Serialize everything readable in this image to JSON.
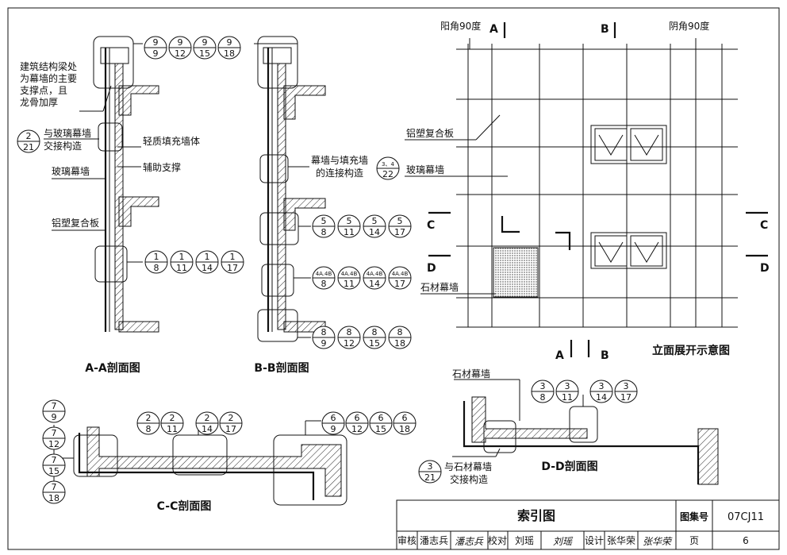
{
  "sections": {
    "aa_title": "A-A剖面图",
    "bb_title": "B-B剖面图",
    "cc_title": "C-C剖面图",
    "dd_title": "D-D剖面图",
    "elevation_title": "立面展开示意图"
  },
  "aa_labels": {
    "beam_note": [
      "建筑结构梁处",
      "为幕墙的主要",
      "支撑点，且",
      "龙骨加厚"
    ],
    "glass_joint": [
      "与玻璃幕墙",
      "交接构造"
    ],
    "light_infill": "轻质填充墙体",
    "aux_support": "辅助支撑",
    "glass_curtain": "玻璃幕墙",
    "alu_panel": "铝塑复合板"
  },
  "bb_labels": {
    "infill_joint": [
      "幕墙与填充墙",
      "的连接构造"
    ]
  },
  "elev_labels": {
    "yang_corner": "阳角90度",
    "yin_corner": "阴角90度",
    "alu_panel": "铝塑复合板",
    "glass_curtain": "玻璃幕墙",
    "stone_curtain": "石材幕墙",
    "cut_a": "A",
    "cut_b": "B",
    "cut_c": "C",
    "cut_d": "D"
  },
  "dd_labels": {
    "stone_curtain": "石材幕墙",
    "stone_joint": [
      "与石材幕墙",
      "交接构造"
    ]
  },
  "index_circles": {
    "aa_top": [
      [
        "9",
        "9"
      ],
      [
        "9",
        "12"
      ],
      [
        "9",
        "15"
      ],
      [
        "9",
        "18"
      ]
    ],
    "aa_joint": [
      [
        "2",
        "21"
      ]
    ],
    "aa_mid": [
      [
        "1",
        "8"
      ],
      [
        "1",
        "11"
      ],
      [
        "1",
        "14"
      ],
      [
        "1",
        "17"
      ]
    ],
    "bb_joint": [
      [
        "3、4",
        "22"
      ]
    ],
    "bb_mid": [
      [
        "5",
        "8"
      ],
      [
        "5",
        "11"
      ],
      [
        "5",
        "14"
      ],
      [
        "5",
        "17"
      ]
    ],
    "bb_low": [
      [
        "4A.4B",
        "8"
      ],
      [
        "4A.4B",
        "11"
      ],
      [
        "4A.4B",
        "14"
      ],
      [
        "4A.4B",
        "17"
      ]
    ],
    "bb_bottom": [
      [
        "8",
        "9"
      ],
      [
        "8",
        "12"
      ],
      [
        "8",
        "15"
      ],
      [
        "8",
        "18"
      ]
    ],
    "cc_left": [
      [
        "7",
        "9"
      ],
      [
        "7",
        "12"
      ],
      [
        "7",
        "15"
      ],
      [
        "7",
        "18"
      ]
    ],
    "cc_mid": [
      [
        "2",
        "8"
      ],
      [
        "2",
        "11"
      ],
      [
        "2",
        "14"
      ],
      [
        "2",
        "17"
      ]
    ],
    "cc_right": [
      [
        "6",
        "9"
      ],
      [
        "6",
        "12"
      ],
      [
        "6",
        "15"
      ],
      [
        "6",
        "18"
      ]
    ],
    "dd_top": [
      [
        "3",
        "8"
      ],
      [
        "3",
        "11"
      ],
      [
        "3",
        "14"
      ],
      [
        "3",
        "17"
      ]
    ],
    "dd_joint": [
      [
        "3",
        "21"
      ]
    ]
  },
  "title_block": {
    "title": "索引图",
    "atlas_label": "图集号",
    "atlas_no": "07CJ11",
    "review_label": "审核",
    "review_name": "潘志兵",
    "review_sign": "潘志兵",
    "check_label": "校对",
    "check_name": "刘瑶",
    "check_sign": "刘瑶",
    "design_label": "设计",
    "design_name": "张华荣",
    "design_sign": "张华荣",
    "page_label": "页",
    "page_no": "6"
  }
}
